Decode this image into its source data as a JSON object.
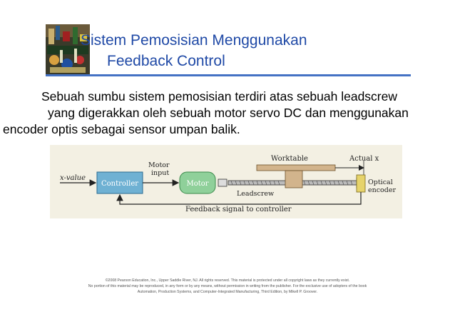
{
  "slide": {
    "title_line1": "Sistem Pemosisian Menggunakan",
    "title_line2": "Feedback Control",
    "body_lines": [
      "Sebuah sumbu sistem pemosisian terdiri atas sebuah leadscrew",
      "yang digerakkan oleh sebuah motor servo DC dan menggunakan",
      "encoder optis sebagai sensor umpan balik."
    ]
  },
  "figure": {
    "x_value": "x-value",
    "controller": "Controller",
    "motor_input_line1": "Motor",
    "motor_input_line2": "input",
    "motor": "Motor",
    "worktable": "Worktable",
    "actual_x": "Actual x",
    "optical_line1": "Optical",
    "optical_line2": "encoder",
    "leadscrew": "Leadscrew",
    "feedback": "Feedback signal to controller"
  },
  "credits": [
    "©2008 Pearson Education, Inc., Upper Saddle River, NJ. All rights reserved. This material is protected under all copyright laws as they currently exist.",
    "No portion of this material may be reproduced, in any form or by any means, without permission in writing from the publisher. For the exclusive use of adopters of the book",
    "Automation, Production Systems, and Computer-Integrated Manufacturing, Third Edition, by Mikell P. Groover."
  ],
  "colors": {
    "title": "#1f49a6",
    "rule": "#4472c4",
    "controller_box": "#6fb1d3",
    "motor_box": "#8fd09a",
    "worktable": "#d2b48c",
    "encoder": "#e6d36b"
  }
}
